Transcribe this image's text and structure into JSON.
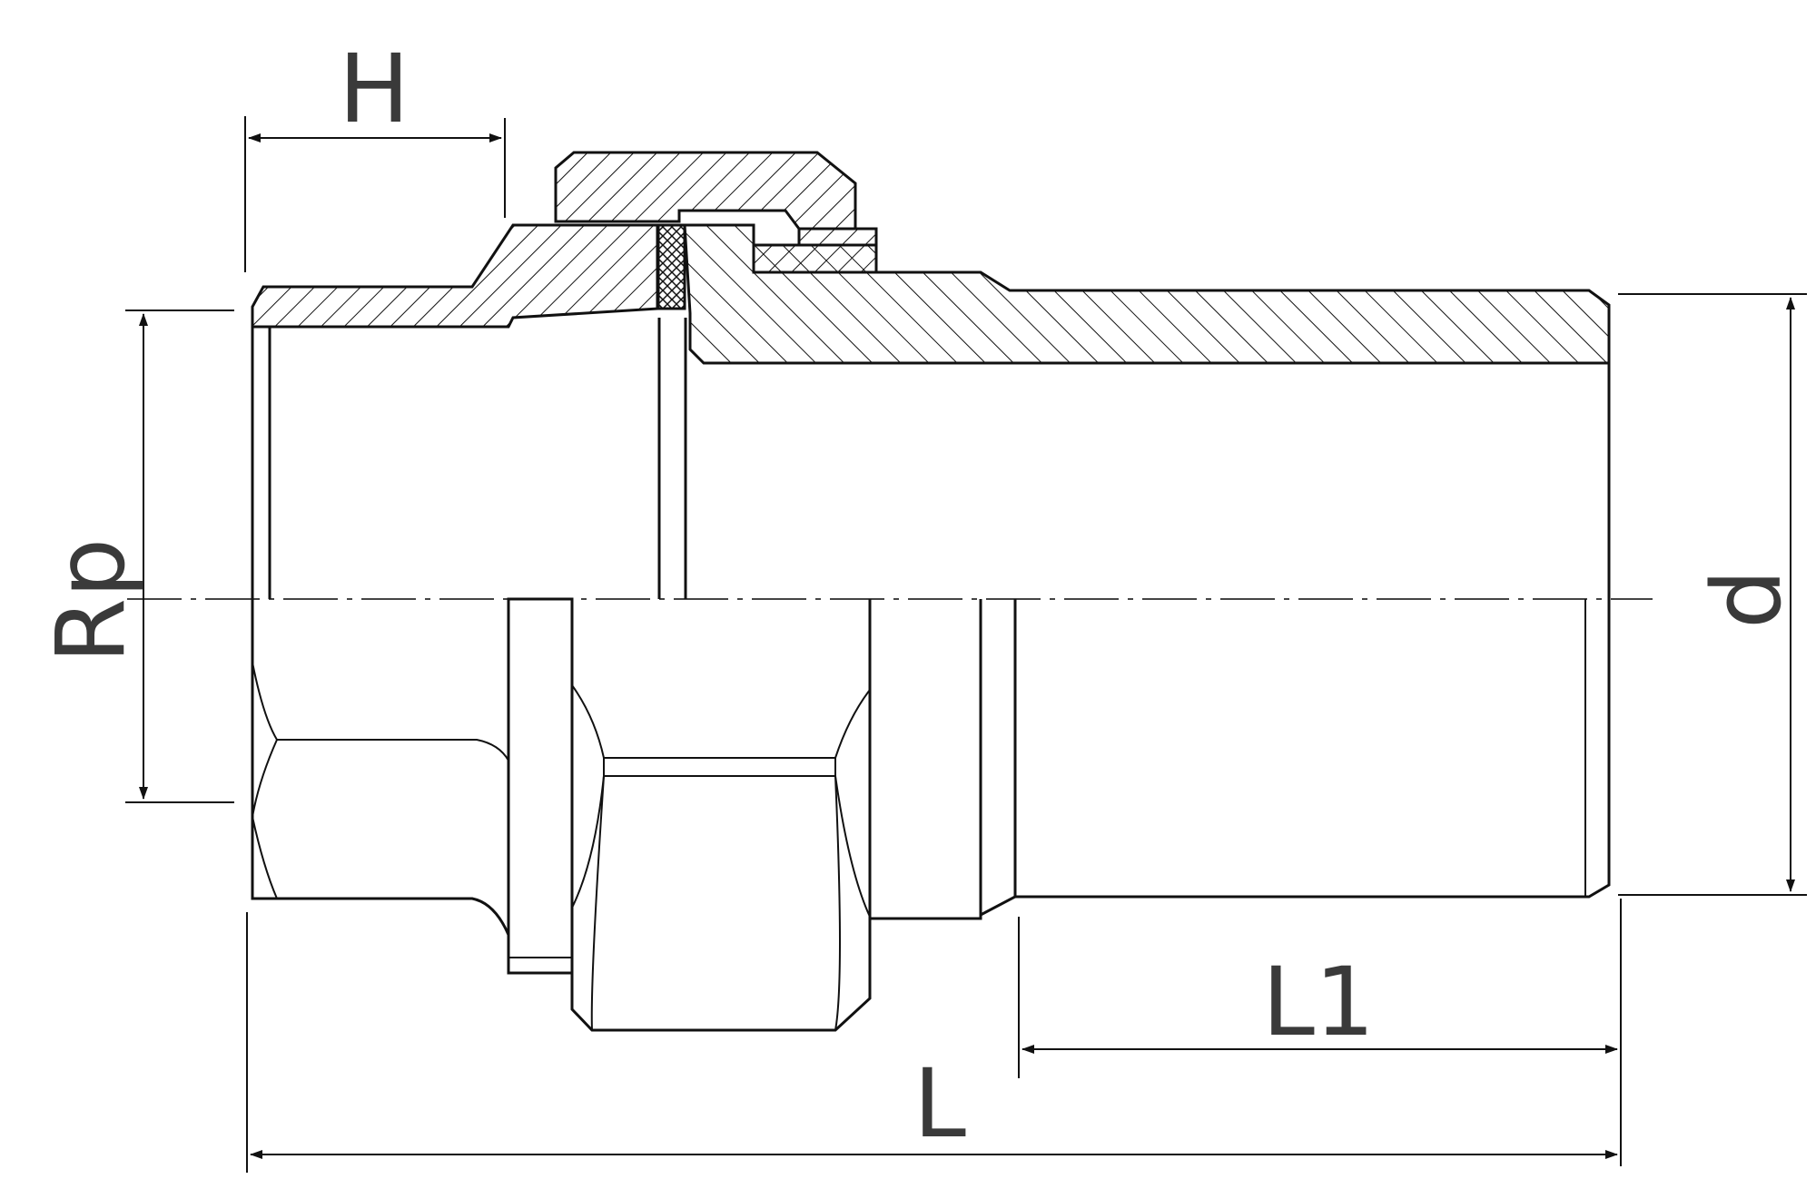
{
  "labels": {
    "H": "H",
    "Rp": "Rp",
    "d": "d",
    "L1": "L1",
    "L": "L"
  },
  "colors": {
    "line": "#111111",
    "text": "#3a3a3a",
    "background": "#ffffff"
  }
}
